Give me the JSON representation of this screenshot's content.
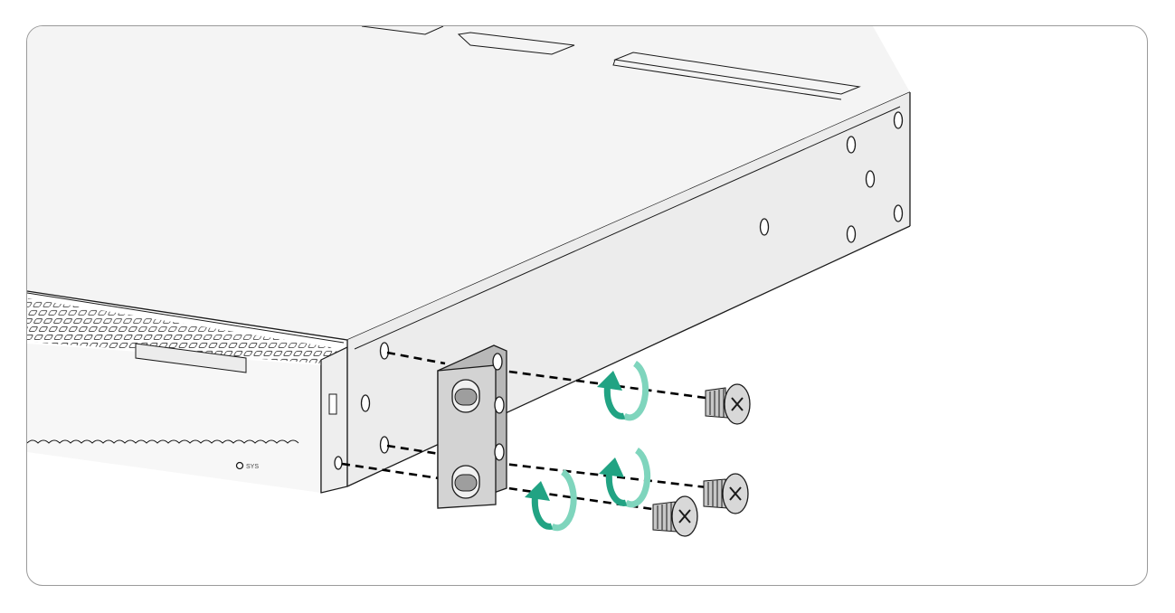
{
  "figure": {
    "port_label": "SYS",
    "colors": {
      "frame": "#9a9a9a",
      "chassis_top": "#f4f4f4",
      "chassis_side": "#ececec",
      "chassis_front": "#f7f7f7",
      "bracket": "#c9c9c9",
      "screw": "#c7c7c7",
      "arrow": "#21a383",
      "arrow_light": "#7fd5bd"
    },
    "icons": [
      "rotation-arrow-icon",
      "screw-icon",
      "mounting-bracket",
      "dashed-guide-line"
    ]
  }
}
